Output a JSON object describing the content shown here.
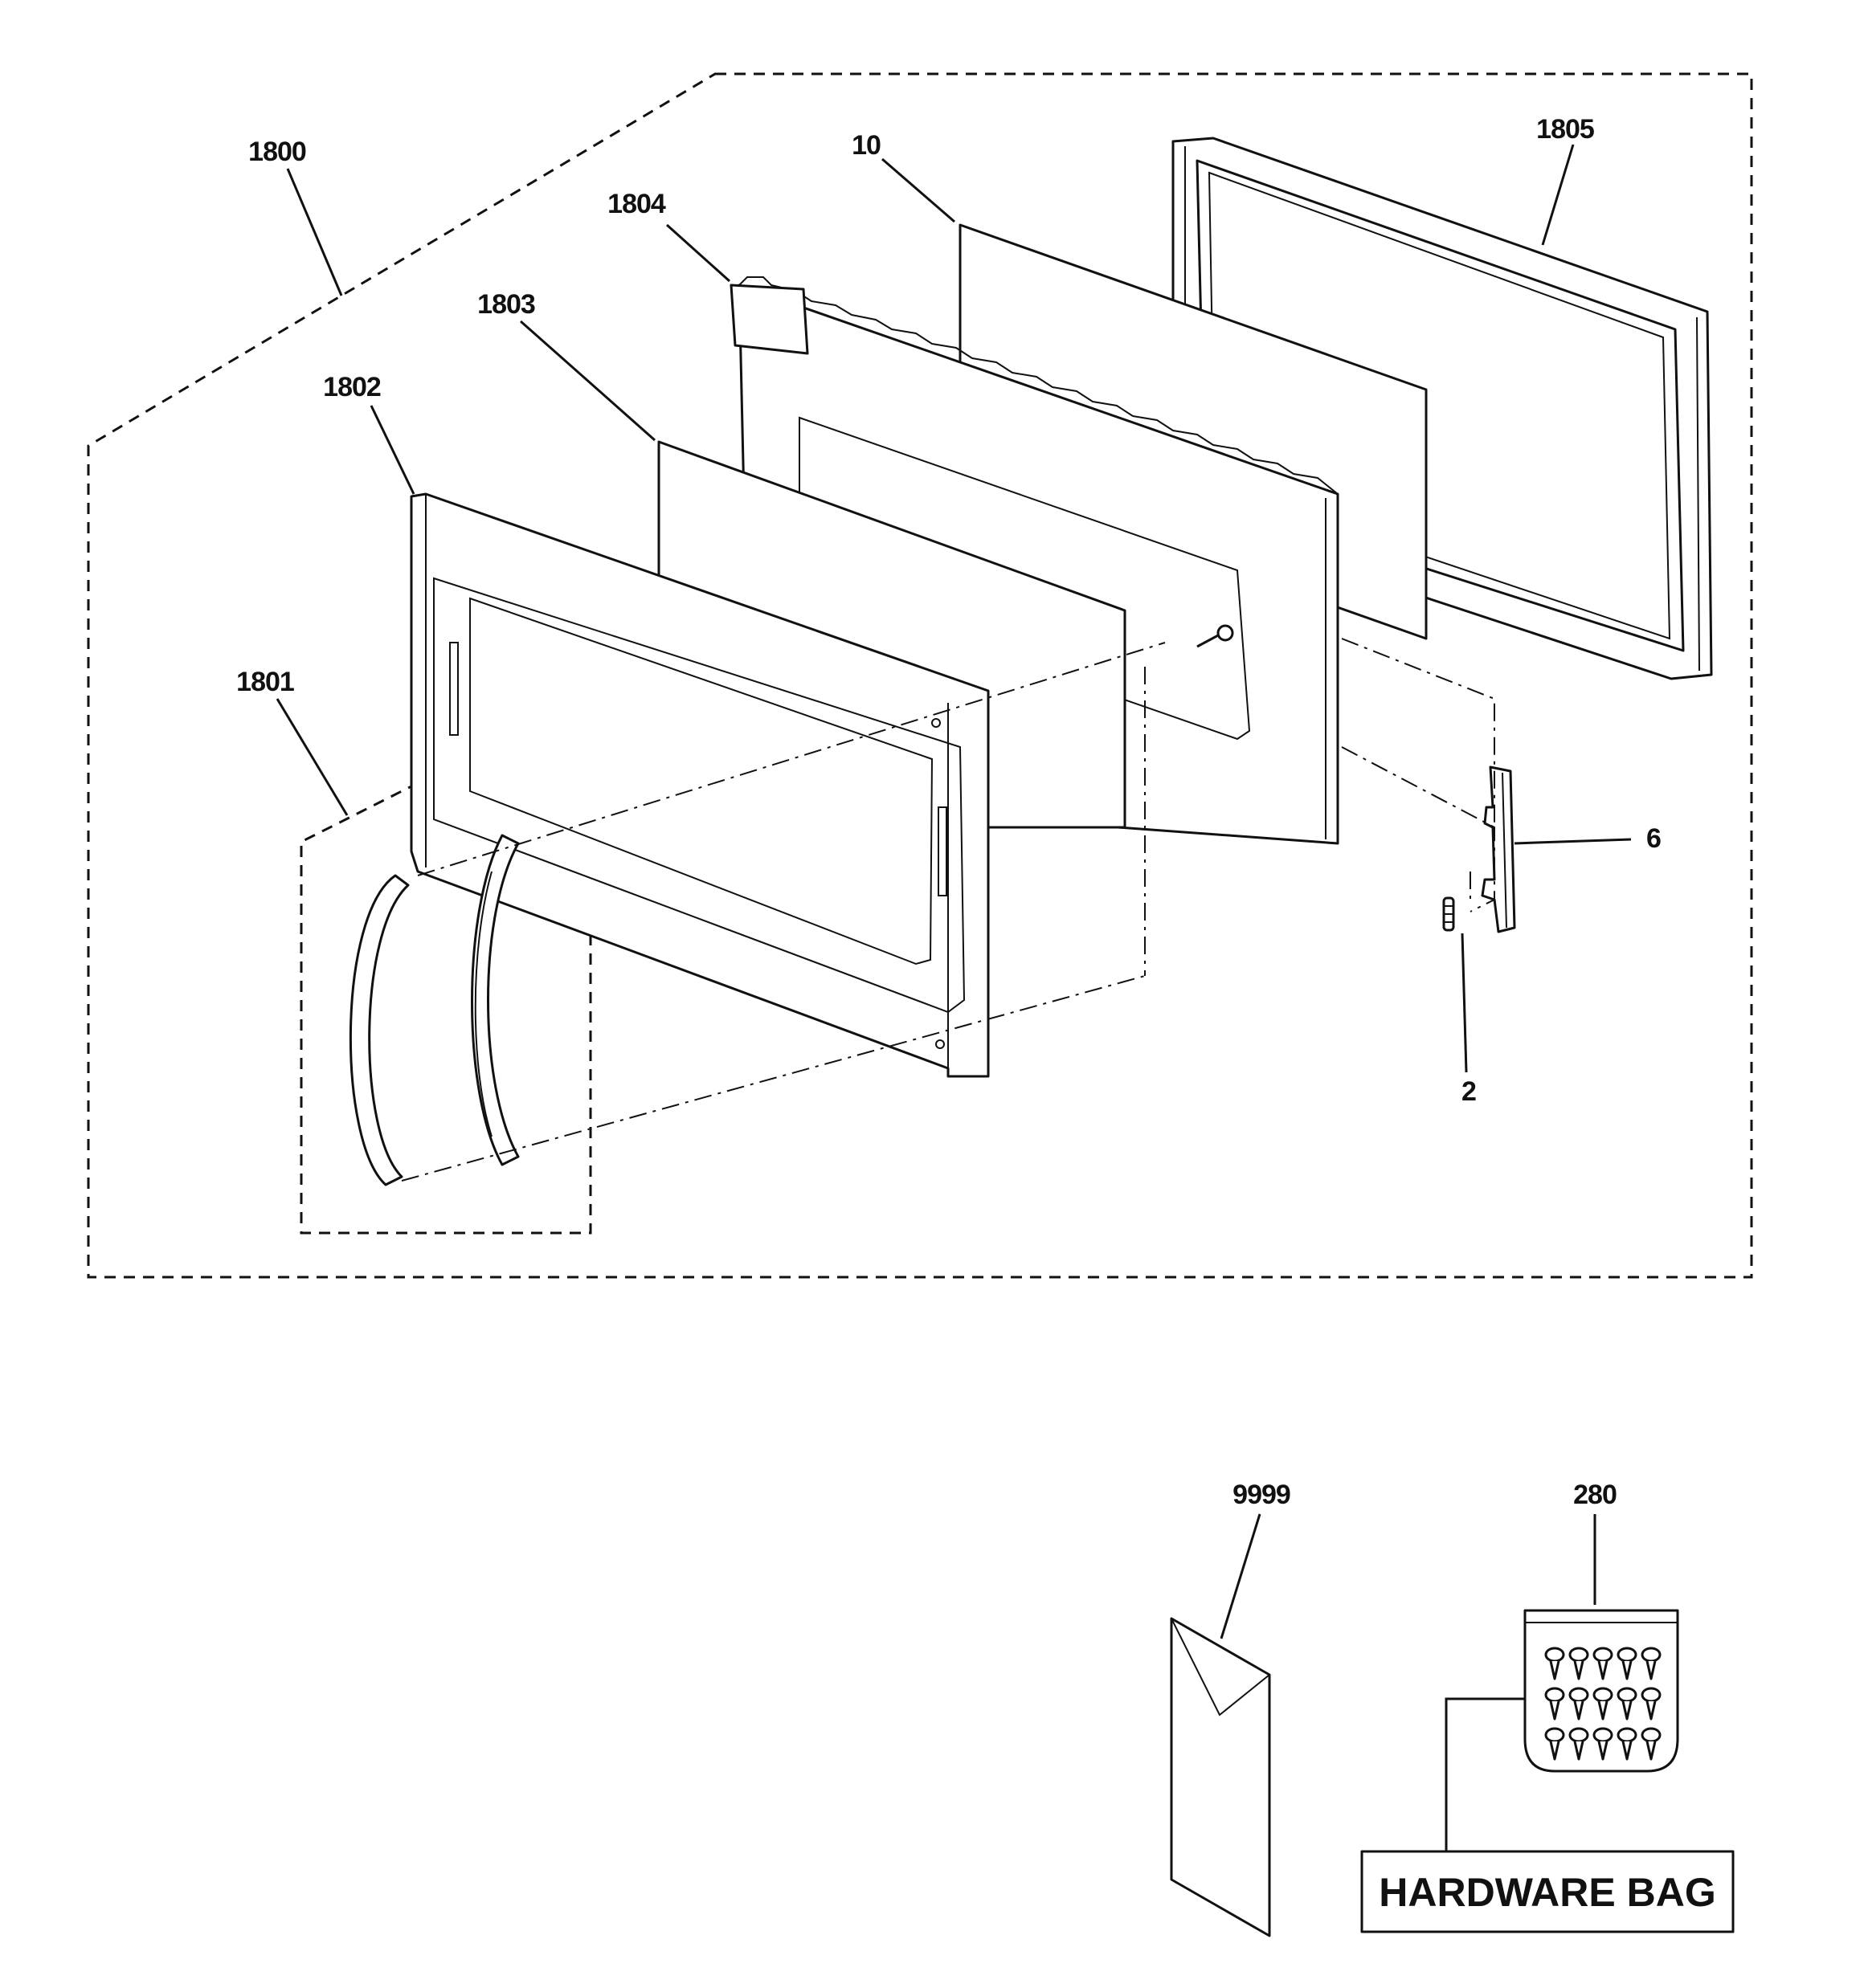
{
  "labels": {
    "assembly": "1800",
    "handle_assembly": "1801",
    "door_frame": "1802",
    "door_glass": "1803",
    "inner_door": "1804",
    "door_choke": "1805",
    "shield": "10",
    "latch": "6",
    "spring": "2",
    "literature": "9999",
    "hardware": "280"
  },
  "hardware_bag": "HARDWARE BAG"
}
